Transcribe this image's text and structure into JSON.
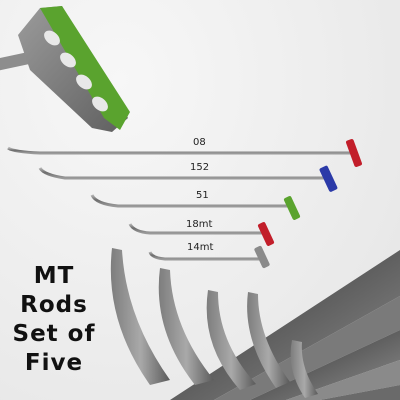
{
  "rods": [
    {
      "label": "08",
      "handle_color": "#c21e2a"
    },
    {
      "label": "152",
      "handle_color": "#2b3aa8"
    },
    {
      "label": "51",
      "handle_color": "#5aa32e"
    },
    {
      "label": "18mt",
      "handle_color": "#c21e2a"
    },
    {
      "label": "14mt",
      "handle_color": "#8a8a8a"
    }
  ],
  "headline": {
    "line1": "MT",
    "line2": "Rods",
    "line3": "Set of",
    "line4": "Five"
  },
  "colors": {
    "background": "#efefef",
    "steel": "#8c8c8c",
    "handle_grip": "#5aa32e",
    "handle_body": "#7a7a7a"
  }
}
